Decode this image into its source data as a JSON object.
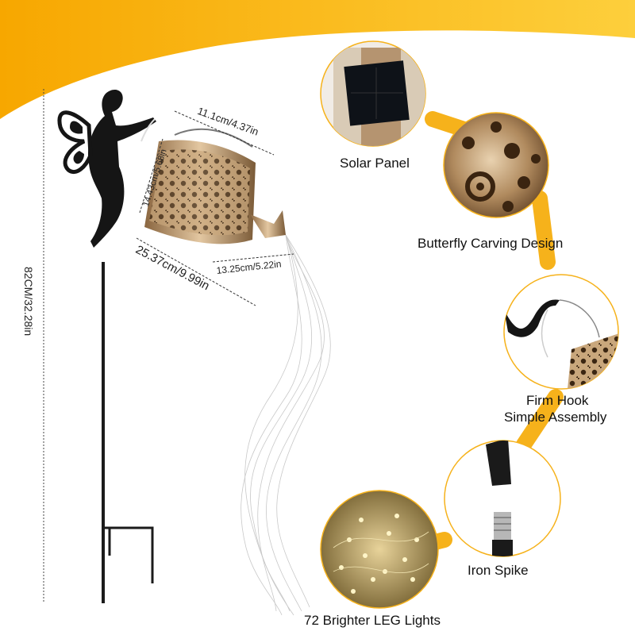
{
  "colors": {
    "accent": "#f6b21b",
    "accent_light": "#fcd25a",
    "fairy": "#151515",
    "bronze": "#a9825a"
  },
  "dimensions": {
    "height": "82CM/32.28in",
    "can_top": "11.1cm/4.37in",
    "can_height": "14.43cm/5.68in",
    "can_length": "25.37cm/9.99in",
    "spout": "13.25cm/5.22in"
  },
  "features": [
    {
      "label": "Solar Panel",
      "icon": "solar-panel-icon"
    },
    {
      "label": "Butterfly Carving Design",
      "icon": "carving-pattern-icon"
    },
    {
      "label": "Firm Hook",
      "icon": "hook-icon"
    },
    {
      "label": "Simple Assembly",
      "icon": "hook-icon"
    },
    {
      "label": "Iron Spike",
      "icon": "spike-icon"
    },
    {
      "label": "72 Brighter LEG Lights",
      "icon": "string-lights-icon"
    }
  ]
}
